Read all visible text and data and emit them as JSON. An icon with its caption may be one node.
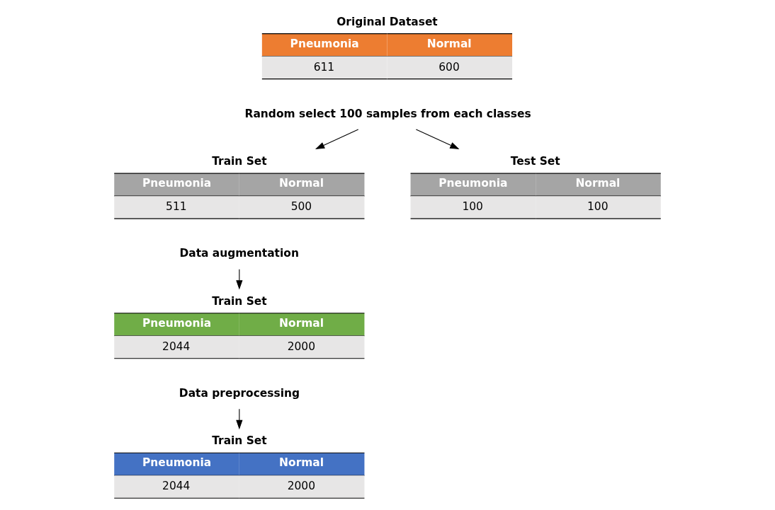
{
  "diagram": {
    "nodes": [
      {
        "text": [
          "Original Dataset",
          "Pneumonia",
          "Normal",
          "611",
          "600"
        ]
      },
      {
        "text": [
          "Random select 100 samples from each classes"
        ]
      },
      {
        "text": [
          "Train Set",
          "Pneumonia",
          "Normal",
          "511",
          "500"
        ]
      },
      {
        "text": [
          "Test Set",
          "Pneumonia",
          "Normal",
          "100",
          "100"
        ]
      },
      {
        "text": [
          "Data augmentation"
        ]
      },
      {
        "text": [
          "Train Set",
          "Pneumonia",
          "Normal",
          "2044",
          "2000"
        ]
      },
      {
        "text": [
          "Data preprocessing"
        ]
      },
      {
        "text": [
          "Train Set",
          "Pneumonia",
          "Normal",
          "2044",
          "2000"
        ]
      }
    ],
    "edges": [
      {
        "from": 1,
        "to": 2,
        "arrow": "to"
      },
      {
        "from": 1,
        "to": 3,
        "arrow": "to"
      },
      {
        "from": 4,
        "to": 5,
        "arrow": "to"
      },
      {
        "from": 6,
        "to": 7,
        "arrow": "to"
      }
    ]
  }
}
